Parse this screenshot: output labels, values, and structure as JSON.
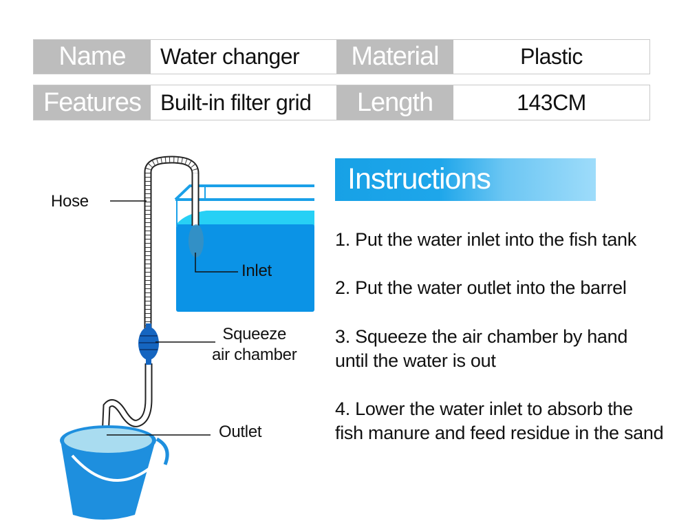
{
  "specs": {
    "rows": [
      {
        "key1": "Name",
        "val1": "Water changer",
        "key2": "Material",
        "val2": "Plastic"
      },
      {
        "key1": "Features",
        "val1": "Built-in filter grid",
        "key2": "Length",
        "val2": "143CM"
      }
    ]
  },
  "instructions": {
    "title": "Instructions",
    "steps": [
      "1. Put the water inlet into the fish tank",
      "2. Put the water outlet into the barrel",
      "3. Squeeze the air chamber by hand until the water is out",
      "4. Lower the water inlet to absorb the fish manure and feed residue in the sand"
    ]
  },
  "diagram": {
    "labels": {
      "hose": "Hose",
      "inlet": "Inlet",
      "squeeze_line1": "Squeeze",
      "squeeze_line2": "air chamber",
      "outlet": "Outlet"
    },
    "colors": {
      "tank_water": "#0b93e6",
      "tank_surface": "#27d0f5",
      "bucket": "#1e8fde",
      "bucket_water": "#a9dcf0",
      "bulb": "#1565c0",
      "banner_start": "#17a1e6",
      "banner_end": "#9edcfa",
      "spec_key_bg": "#bdbdbd"
    }
  }
}
